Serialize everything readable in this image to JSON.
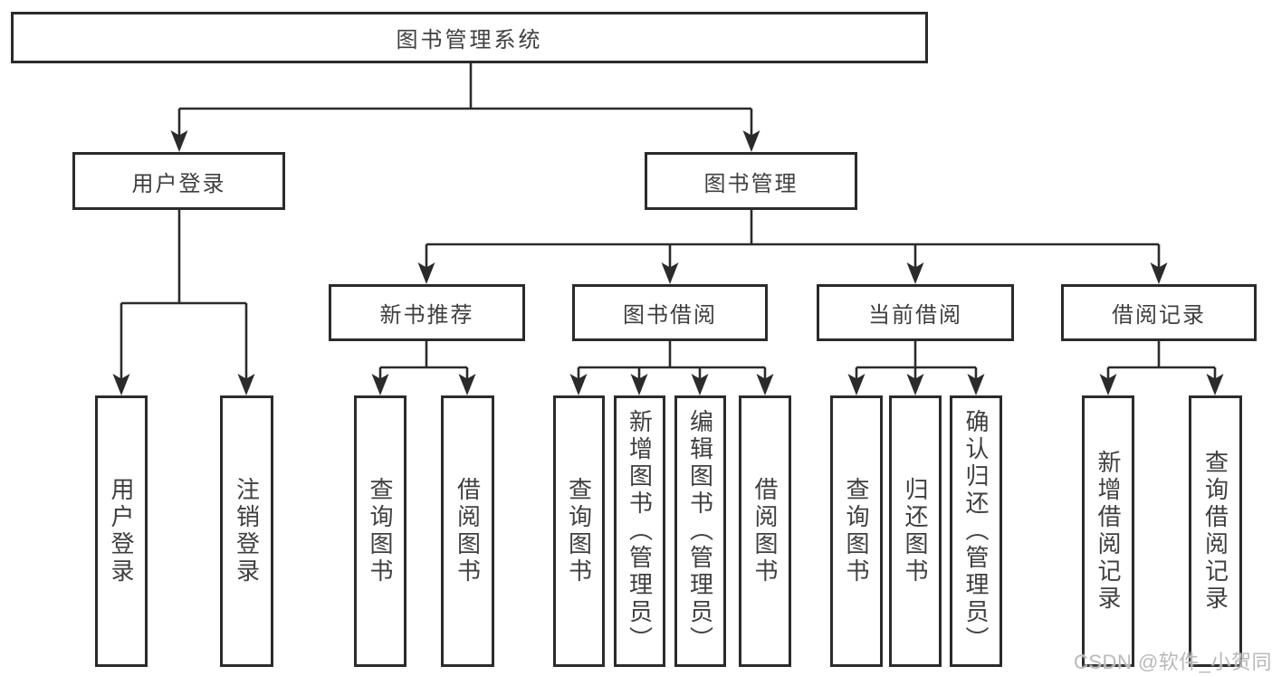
{
  "diagram": {
    "root": {
      "label": "图书管理系统",
      "children": [
        {
          "label": "用户登录",
          "children": [
            {
              "label": "用户登录"
            },
            {
              "label": "注销登录"
            }
          ]
        },
        {
          "label": "图书管理",
          "children": [
            {
              "label": "新书推荐",
              "children": [
                {
                  "label": "查询图书"
                },
                {
                  "label": "借阅图书"
                }
              ]
            },
            {
              "label": "图书借阅",
              "children": [
                {
                  "label": "查询图书"
                },
                {
                  "label": "新增图书（管理员）"
                },
                {
                  "label": "编辑图书（管理员）"
                },
                {
                  "label": "借阅图书"
                }
              ]
            },
            {
              "label": "当前借阅",
              "children": [
                {
                  "label": "查询图书"
                },
                {
                  "label": "归还图书"
                },
                {
                  "label": "确认归还（管理员）"
                }
              ]
            },
            {
              "label": "借阅记录",
              "children": [
                {
                  "label": "新增借阅记录"
                },
                {
                  "label": "查询借阅记录"
                }
              ]
            }
          ]
        }
      ]
    }
  },
  "watermark": "CSDN @软件_小贺同学",
  "colors": {
    "line": "#2b2b2b",
    "text": "#3f3f3f",
    "watermark": "#b9b9b9",
    "background": "#ffffff"
  }
}
